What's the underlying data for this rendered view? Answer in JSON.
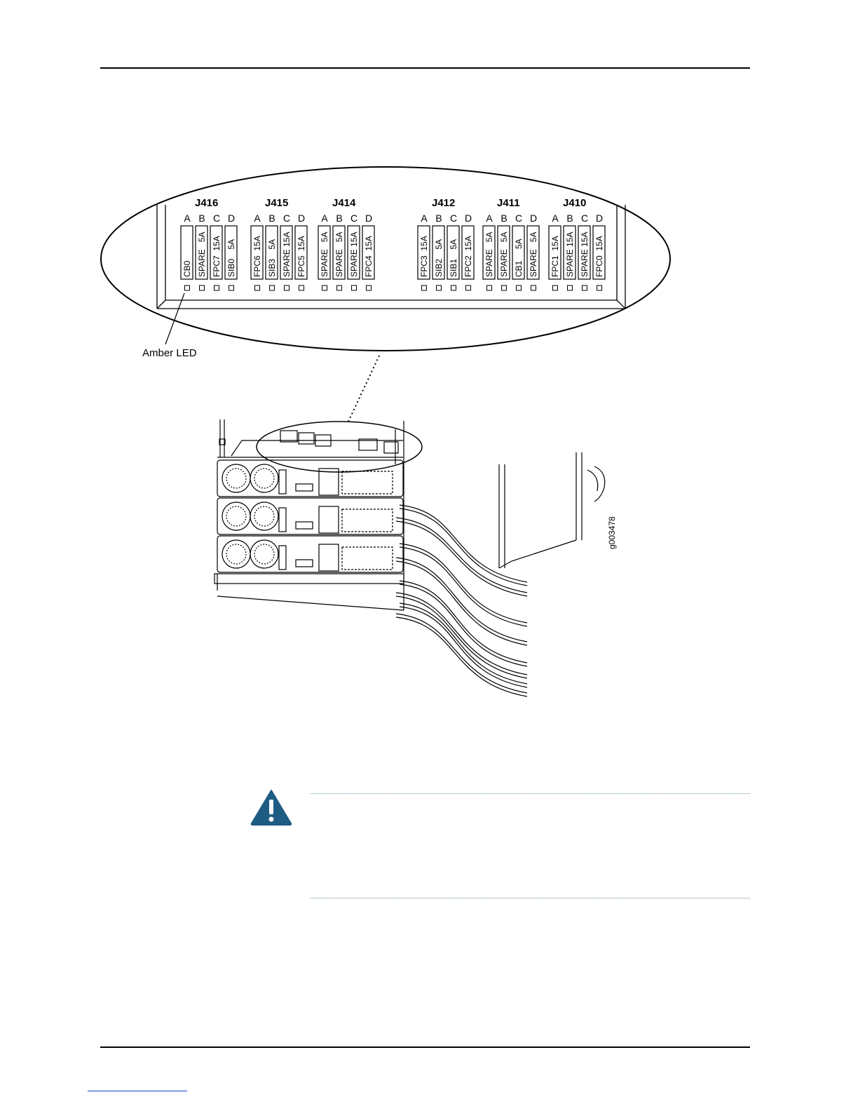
{
  "figure": {
    "label_amber_led": "Amber LED",
    "figure_id": "g003478",
    "blocks": [
      {
        "name": "J416",
        "letters": [
          "A",
          "B",
          "C",
          "D"
        ],
        "fuses": [
          "CB0",
          "SPARE   5A",
          "FPC7  15A",
          "SIB0    5A"
        ]
      },
      {
        "name": "J415",
        "letters": [
          "A",
          "B",
          "C",
          "D"
        ],
        "fuses": [
          "FPC6  15A",
          "SIB3    5A",
          "SPARE 15A",
          "FPC5  15A"
        ]
      },
      {
        "name": "J414",
        "letters": [
          "A",
          "B",
          "C",
          "D"
        ],
        "fuses": [
          "SPARE   5A",
          "SPARE   5A",
          "SPARE 15A",
          "FPC4  15A"
        ]
      },
      {
        "name": "J412",
        "letters": [
          "A",
          "B",
          "C",
          "D"
        ],
        "fuses": [
          "FPC3  15A",
          "SIB2    5A",
          "SIB1    5A",
          "FPC2  15A"
        ]
      },
      {
        "name": "J411",
        "letters": [
          "A",
          "B",
          "C",
          "D"
        ],
        "fuses": [
          "SPARE   5A",
          "SPARE   5A",
          "CB1     5A",
          "SPARE   5A"
        ]
      },
      {
        "name": "J410",
        "letters": [
          "A",
          "B",
          "C",
          "D"
        ],
        "fuses": [
          "FPC1  15A",
          "SPARE 15A",
          "SPARE 15A",
          "FPC0  15A"
        ]
      }
    ]
  },
  "colors": {
    "caution_icon": "#1f5c84",
    "line": "#000000"
  },
  "icons": {
    "caution": "caution-triangle-icon"
  }
}
